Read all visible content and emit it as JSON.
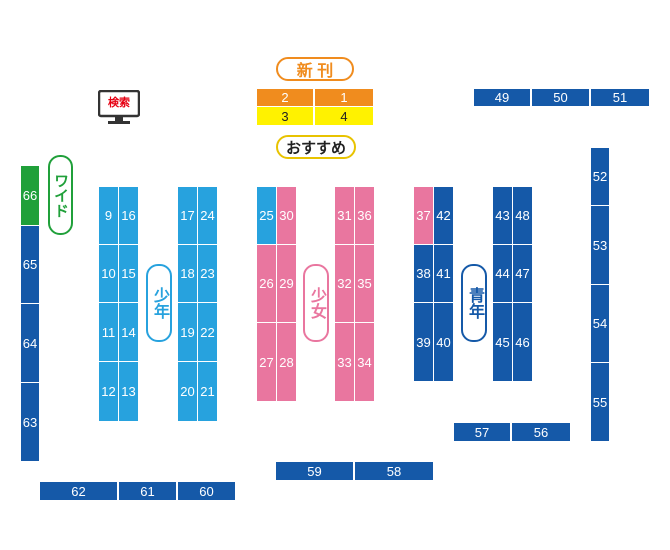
{
  "colors": {
    "blue": "#1559a8",
    "sky": "#27a2de",
    "pink": "#e9769f",
    "green": "#20a03a",
    "orange": "#f08c1e",
    "yellow": "#fff200"
  },
  "labels": {
    "shinkan": "新 刊",
    "osusume": "おすすめ",
    "kensaku": "検索",
    "wide": "ワイド",
    "shonen": "少年",
    "shojo": "少女",
    "seinen": "青年"
  },
  "icons": [
    "monitor-icon"
  ],
  "shelves": {
    "s1": "1",
    "s2": "2",
    "s3": "3",
    "s4": "4",
    "s9": "9",
    "s10": "10",
    "s11": "11",
    "s12": "12",
    "s13": "13",
    "s14": "14",
    "s15": "15",
    "s16": "16",
    "s17": "17",
    "s18": "18",
    "s19": "19",
    "s20": "20",
    "s21": "21",
    "s22": "22",
    "s23": "23",
    "s24": "24",
    "s25": "25",
    "s26": "26",
    "s27": "27",
    "s28": "28",
    "s29": "29",
    "s30": "30",
    "s31": "31",
    "s32": "32",
    "s33": "33",
    "s34": "34",
    "s35": "35",
    "s36": "36",
    "s37": "37",
    "s38": "38",
    "s39": "39",
    "s40": "40",
    "s41": "41",
    "s42": "42",
    "s43": "43",
    "s44": "44",
    "s45": "45",
    "s46": "46",
    "s47": "47",
    "s48": "48",
    "s49": "49",
    "s50": "50",
    "s51": "51",
    "s52": "52",
    "s53": "53",
    "s54": "54",
    "s55": "55",
    "s56": "56",
    "s57": "57",
    "s58": "58",
    "s59": "59",
    "s60": "60",
    "s61": "61",
    "s62": "62",
    "s63": "63",
    "s64": "64",
    "s65": "65",
    "s66": "66"
  }
}
